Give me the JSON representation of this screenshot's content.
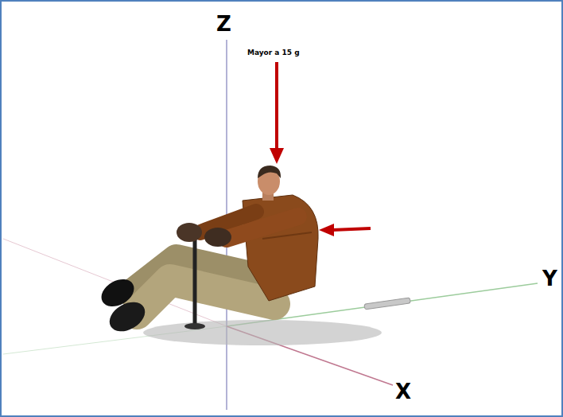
{
  "diagram": {
    "labels": [
      "Z",
      "Mayor a 15 g",
      "Y",
      "X"
    ]
  }
}
